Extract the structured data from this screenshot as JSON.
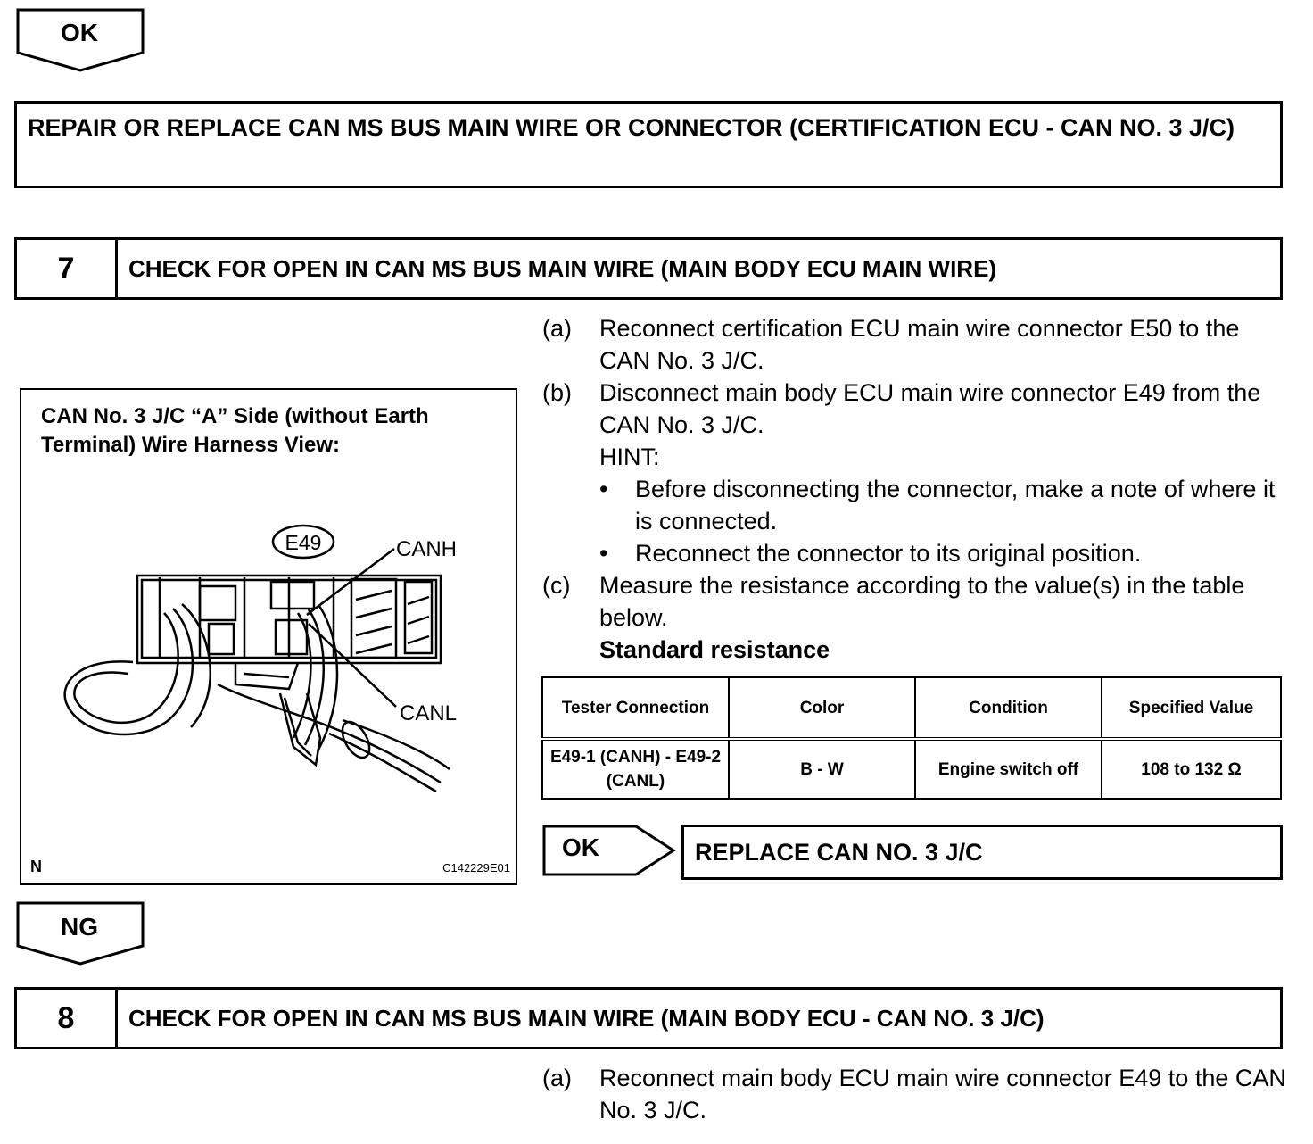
{
  "flow1": {
    "label": "OK"
  },
  "repair_box": {
    "text": "REPAIR OR REPLACE CAN MS BUS MAIN WIRE OR CONNECTOR (CERTIFICATION ECU - CAN NO. 3 J/C)"
  },
  "step7": {
    "number": "7",
    "title": "CHECK FOR OPEN IN CAN MS BUS MAIN WIRE (MAIN BODY ECU MAIN WIRE)",
    "items": [
      {
        "marker": "(a)",
        "text": "Reconnect certification ECU main wire connector E50 to the CAN No. 3 J/C."
      },
      {
        "marker": "(b)",
        "text": "Disconnect main body ECU main wire connector E49 from the CAN No. 3 J/C."
      }
    ],
    "hint": "HINT:",
    "bullets": [
      "Before disconnecting the connector, make a note of where it is connected.",
      "Reconnect the connector to its original position."
    ],
    "bullet_mark": "•",
    "item_c": {
      "marker": "(c)",
      "text": "Measure the resistance according to the value(s) in the table below."
    },
    "standard_label": "Standard resistance",
    "table": {
      "headers": [
        "Tester Connection",
        "Color",
        "Condition",
        "Specified Value"
      ],
      "rows": [
        [
          "E49-1 (CANH) - E49-2 (CANL)",
          "B - W",
          "Engine switch off",
          "108 to 132 Ω"
        ]
      ]
    },
    "ok_label": "OK",
    "ok_result": "REPLACE CAN NO. 3 J/C"
  },
  "figure": {
    "title": "CAN No. 3 J/C “A” Side (without Earth Terminal) Wire Harness View:",
    "connector": "E49",
    "label_canh": "CANH",
    "label_canl": "CANL",
    "corner_left": "N",
    "code": "C142229E01"
  },
  "flow2": {
    "label": "NG"
  },
  "step8": {
    "number": "8",
    "title": "CHECK FOR OPEN IN CAN MS BUS MAIN WIRE (MAIN BODY ECU - CAN NO. 3 J/C)",
    "items": [
      {
        "marker": "(a)",
        "text": "Reconnect main body ECU main wire connector E49 to the CAN No. 3 J/C."
      }
    ]
  }
}
